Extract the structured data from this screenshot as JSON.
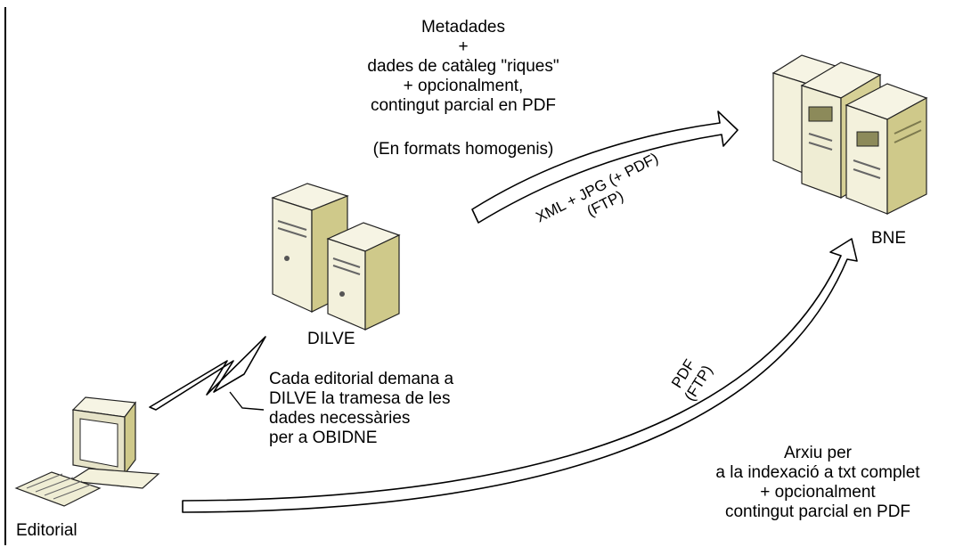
{
  "top_note": {
    "lines": [
      "Metadades",
      "+",
      "dades de catàleg \"riques\"",
      "+ opcionalment,",
      "contingut parcial en PDF"
    ],
    "format_note": "(En formats homogenis)"
  },
  "nodes": {
    "dilve": "DILVE",
    "bne": "BNE",
    "editorial": "Editorial"
  },
  "arrows": {
    "dilve_to_bne": [
      "XML + JPG (+ PDF)",
      "(FTP)"
    ],
    "editorial_to_bne": [
      "PDF",
      "(FTP)"
    ]
  },
  "request_note": [
    "Cada editorial demana a",
    "DILVE la tramesa de les",
    "dades necessàries",
    "per a OBIDNE"
  ],
  "archive_note": [
    "Arxiu per",
    "a la indexació a txt complet",
    "+ opcionalment",
    "contingut parcial en PDF"
  ],
  "colors": {
    "server_body": "#f3f1dc",
    "server_side": "#cfc98a",
    "server_dark": "#8c8a5a",
    "outline": "#222222"
  }
}
